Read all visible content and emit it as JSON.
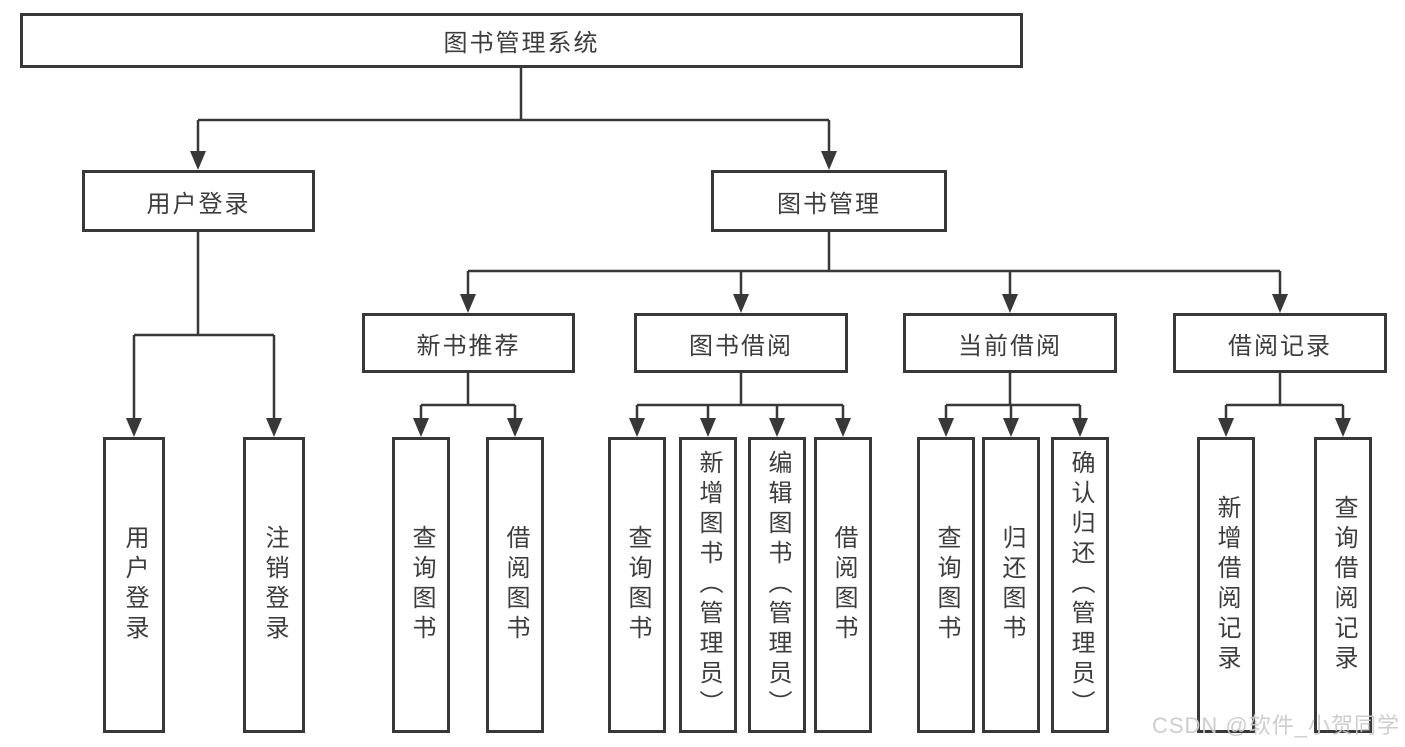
{
  "diagram": {
    "root": {
      "label": "图书管理系统"
    },
    "level2": [
      {
        "label": "用户登录",
        "leaves": [
          {
            "label": "用户登录"
          },
          {
            "label": "注销登录"
          }
        ]
      },
      {
        "label": "图书管理",
        "groups": [
          {
            "label": "新书推荐",
            "leaves": [
              {
                "label": "查询图书"
              },
              {
                "label": "借阅图书"
              }
            ]
          },
          {
            "label": "图书借阅",
            "leaves": [
              {
                "label": "查询图书"
              },
              {
                "label": "新增图书（管理员）"
              },
              {
                "label": "编辑图书（管理员）"
              },
              {
                "label": "借阅图书"
              }
            ]
          },
          {
            "label": "当前借阅",
            "leaves": [
              {
                "label": "查询图书"
              },
              {
                "label": "归还图书"
              },
              {
                "label": "确认归还（管理员）"
              }
            ]
          },
          {
            "label": "借阅记录",
            "leaves": [
              {
                "label": "新增借阅记录"
              },
              {
                "label": "查询借阅记录"
              }
            ]
          }
        ]
      }
    ]
  },
  "watermark": {
    "text": "CSDN @软件_小贺同学"
  },
  "colors": {
    "line": "#383838",
    "text": "#3d3d3d",
    "background": "#ffffff",
    "watermark": "#cbcbcb"
  }
}
